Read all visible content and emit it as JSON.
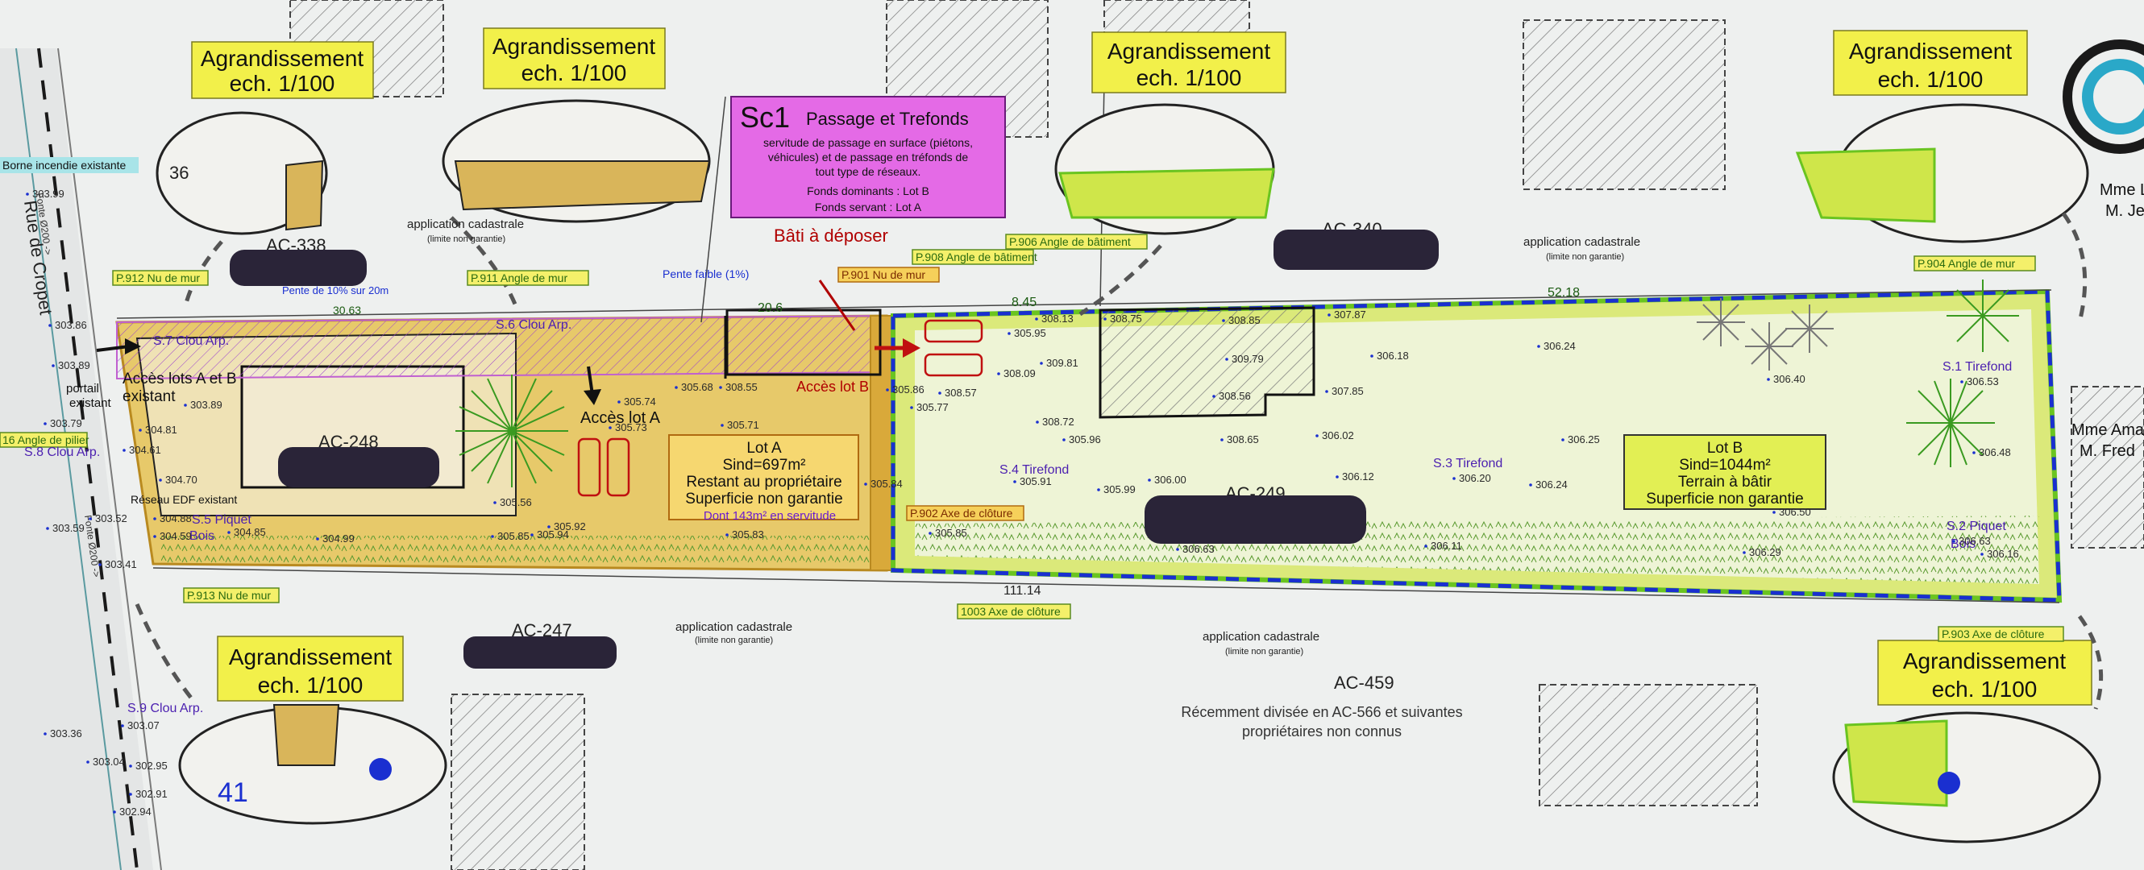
{
  "title_street": "Rue de Cropet",
  "zoom_callouts": [
    {
      "line1": "Agrandissement",
      "line2": "ech. 1/100"
    },
    {
      "line1": "Agrandissement",
      "line2": "ech. 1/100"
    },
    {
      "line1": "Agrandissement",
      "line2": "ech. 1/100"
    },
    {
      "line1": "Agrandissement",
      "line2": "ech. 1/100"
    },
    {
      "line1": "Agrandissement",
      "line2": "ech. 1/100"
    },
    {
      "line1": "Agrandissement",
      "line2": "ech. 1/100"
    }
  ],
  "servitude": {
    "code": "Sc1",
    "title": "Passage et Trefonds",
    "lines": [
      "servitude de passage en surface (piétons,",
      "véhicules) et de passage en tréfonds de",
      "tout type de réseaux.",
      "Fonds dominants : Lot B",
      "Fonds servant : Lot A"
    ]
  },
  "lot_a": {
    "line1": "Lot A",
    "line2": "Sind=697m²",
    "line3": "Restant au propriétaire",
    "line4": "Superficie non garantie",
    "note": "Dont 143m² en servitude"
  },
  "lot_b": {
    "line1": "Lot B",
    "line2": "Sind=1044m²",
    "line3": "Terrain à bâtir",
    "line4": "Superficie non garantie"
  },
  "parcels": {
    "ac338": "AC-338",
    "ac340": "AC-340",
    "ac248": "AC-248",
    "ac249": "AC-249",
    "ac247": "AC-247",
    "ac459": "AC-459",
    "ac459_note1": "Récemment divisée en AC-566 et suivantes",
    "ac459_note2": "propriétaires non connus"
  },
  "owners": {
    "line1": "Mme Laet",
    "line2": "M. Jean",
    "line3": "Mme Ama",
    "line4": "M. Fred"
  },
  "annotations": {
    "bati_deposer": "Bâti à déposer",
    "acces_lot_b": "Accès lot B",
    "acces_lot_a": "Accès lot A",
    "acces_lots_ab": "Accès lots A et B",
    "existant": "existant",
    "portail": "portail",
    "existant2": "existant",
    "pente_faible": "Pente faible (1%)",
    "pente_10": "Pente de 10% sur 20m",
    "application_cadastrale": "application cadastrale",
    "limite_non_garantie": "(limite non garantie)",
    "borne_incendie": "Borne incendie existante",
    "reseau_edf": "Réseau EDF existant",
    "fonte_200": "Fonte Ø200 ->",
    "fonte_200b": "Fonte Ø200 ->"
  },
  "points": {
    "p912": "P.912  Nu de mur",
    "p911": "P.911  Angle de mur",
    "p908": "P.908  Angle de bâtiment",
    "p906": "P.906  Angle de bâtiment",
    "p904": "P.904  Angle de mur",
    "p901": "P.901  Nu de mur",
    "p902": "P.902  Axe de clôture",
    "p903": "P.903  Axe de clôture",
    "p913": "P.913  Nu de mur",
    "p1003": "1003  Axe de clôture",
    "p16": "16  Angle de pilier"
  },
  "survey_marks": {
    "s1": "S.1  Tirefond",
    "s2": "S.2  Piquet",
    "s2b": "Bois",
    "s3": "S.3  Tirefond",
    "s4": "S.4  Tirefond",
    "s5": "S.5  Piquet",
    "s5b": "Bois",
    "s6": "S.6  Clou Arp.",
    "s7": "S.7  Clou Arp.",
    "s8": "S.8  Clou Arp.",
    "s9": "S.9  Clou Arp."
  },
  "dimensions": {
    "d1": "52.18",
    "d2": "8.45",
    "d3": "20.6",
    "d4": "111.14",
    "d5": "30.63"
  },
  "elevations": [
    "303.99",
    "303.86",
    "303.89",
    "303.79",
    "303.52",
    "303.59",
    "303.41",
    "303.36",
    "303.07",
    "303.04",
    "302.95",
    "302.94",
    "302.91",
    "305.68",
    "308.55",
    "305.86",
    "305.77",
    "308.57",
    "308.09",
    "309.81",
    "308.72",
    "305.96",
    "306.00",
    "305.99",
    "306.12",
    "306.20",
    "306.18",
    "306.24",
    "306.40",
    "306.25",
    "306.24",
    "306.50",
    "306.48",
    "306.53",
    "306.63",
    "306.16",
    "306.29",
    "306.11",
    "306.63",
    "305.85",
    "305.83",
    "305.94",
    "305.92",
    "305.85",
    "305.56",
    "305.73",
    "305.74",
    "305.71",
    "305.84",
    "305.91",
    "307.87",
    "307.85",
    "308.13",
    "305.95",
    "308.75",
    "308.85",
    "309.79",
    "308.56",
    "308.65",
    "306.02",
    "304.81",
    "304.61",
    "304.70",
    "304.88",
    "304.59",
    "304.85",
    "304.99",
    "303.89"
  ],
  "colors": {
    "lot_a_fill": "#e7c96a",
    "lot_b_fill": "#cfe64a",
    "servitude_fill": "#e7b8e8",
    "boundary_blue": "#1a2fd0",
    "boundary_green": "#6ac420",
    "callout_yellow": "#f2f04a"
  }
}
